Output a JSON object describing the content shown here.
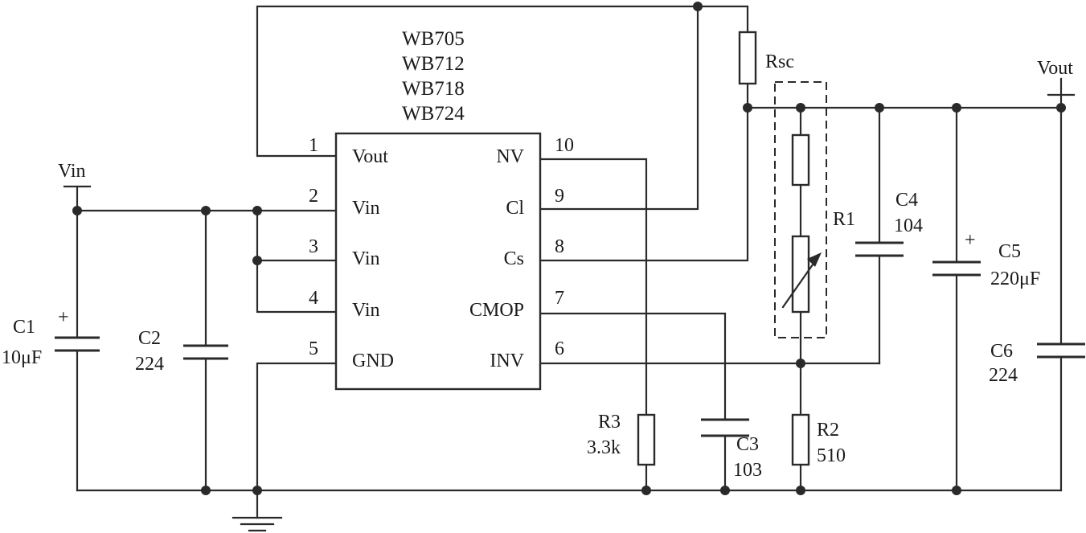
{
  "ic": {
    "part_numbers": [
      "WB705",
      "WB712",
      "WB718",
      "WB724"
    ],
    "left_pins": [
      {
        "num": "1",
        "name": "Vout"
      },
      {
        "num": "2",
        "name": "Vin"
      },
      {
        "num": "3",
        "name": "Vin"
      },
      {
        "num": "4",
        "name": "Vin"
      },
      {
        "num": "5",
        "name": "GND"
      }
    ],
    "right_pins": [
      {
        "num": "10",
        "name": "NV"
      },
      {
        "num": "9",
        "name": "Cl"
      },
      {
        "num": "8",
        "name": "Cs"
      },
      {
        "num": "7",
        "name": "CMOP"
      },
      {
        "num": "6",
        "name": "INV"
      }
    ]
  },
  "terminals": {
    "vin": "Vin",
    "vout": "Vout",
    "plus": "+"
  },
  "components": {
    "c1": {
      "name": "C1",
      "value": "10μF"
    },
    "c2": {
      "name": "C2",
      "value": "224"
    },
    "c3": {
      "name": "C3",
      "value": "103"
    },
    "c4": {
      "name": "C4",
      "value": "104"
    },
    "c5": {
      "name": "C5",
      "value": "220μF"
    },
    "c6": {
      "name": "C6",
      "value": "224"
    },
    "r1": {
      "name": "R1"
    },
    "r2": {
      "name": "R2",
      "value": "510"
    },
    "r3": {
      "name": "R3",
      "value": "3.3k"
    },
    "rsc": {
      "name": "Rsc"
    }
  }
}
